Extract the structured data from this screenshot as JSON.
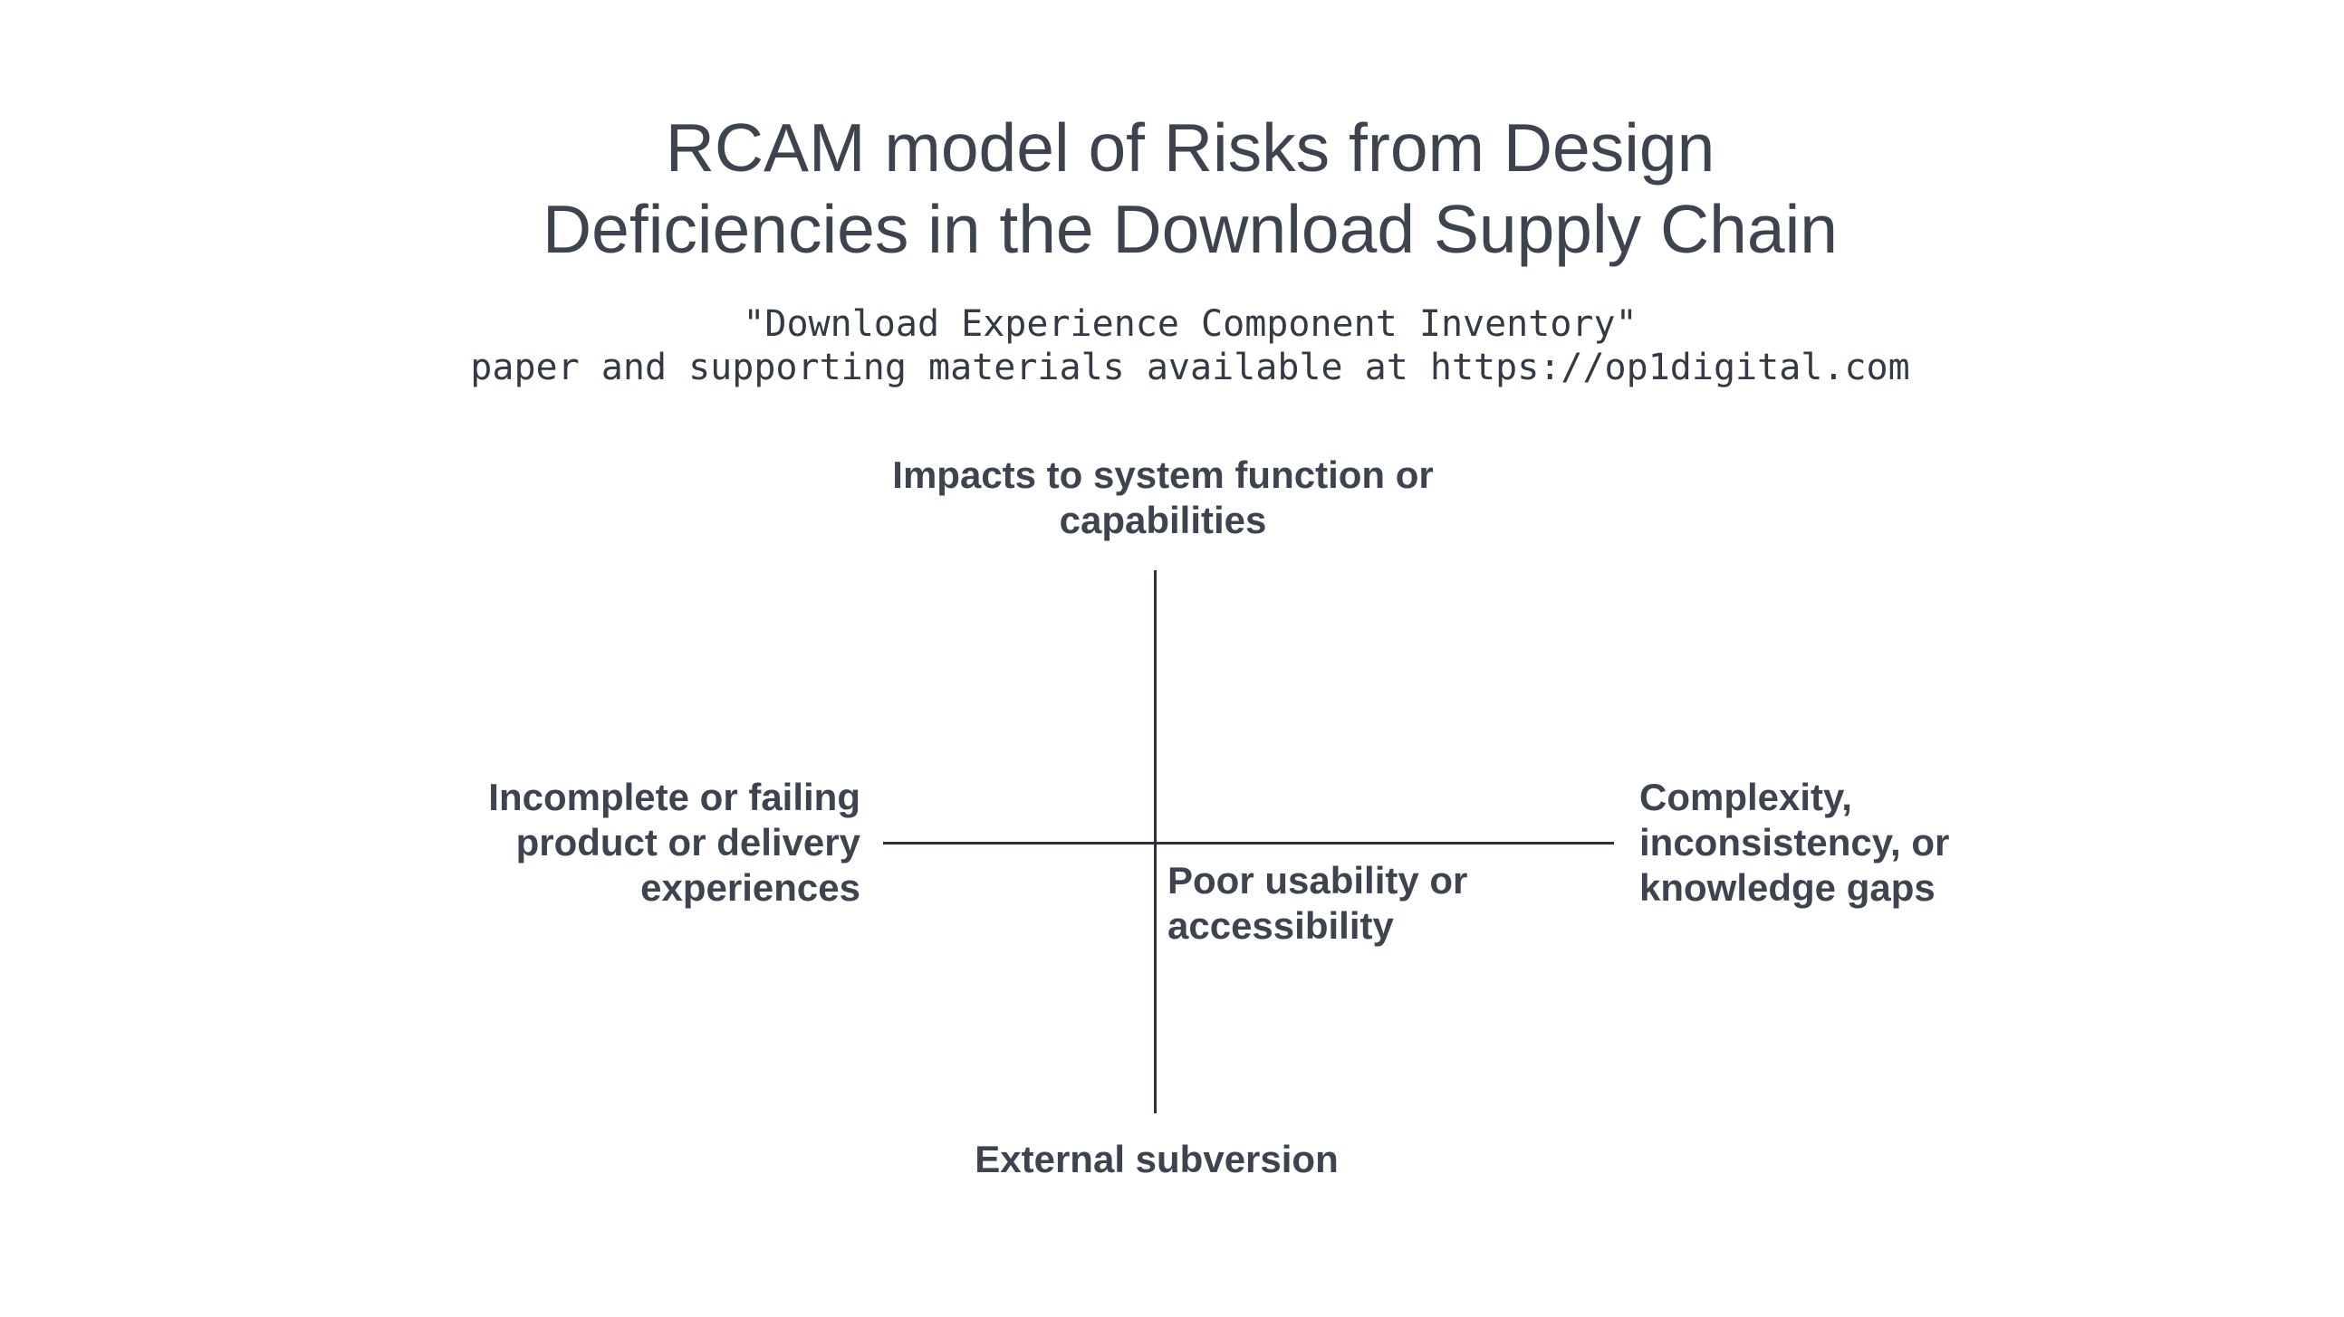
{
  "meta": {
    "background_color": "#ffffff",
    "text_color": "#3d4450",
    "axis_line_color": "#2b303a"
  },
  "header": {
    "title": "RCAM model of Risks from Design\nDeficiencies in the Download Supply Chain",
    "subtitle": "\"Download Experience Component Inventory\"\npaper and supporting materials available at https://op1digital.com"
  },
  "quadrant_model": {
    "axis_end_labels": {
      "top": "Impacts to system function or\ncapabilities",
      "bottom": "External subversion",
      "left": "Incomplete or failing\nproduct or delivery\nexperiences",
      "right": "Complexity,\ninconsistency, or\nknowledge gaps"
    },
    "inner_label": "Poor usability or\naccessibility"
  }
}
